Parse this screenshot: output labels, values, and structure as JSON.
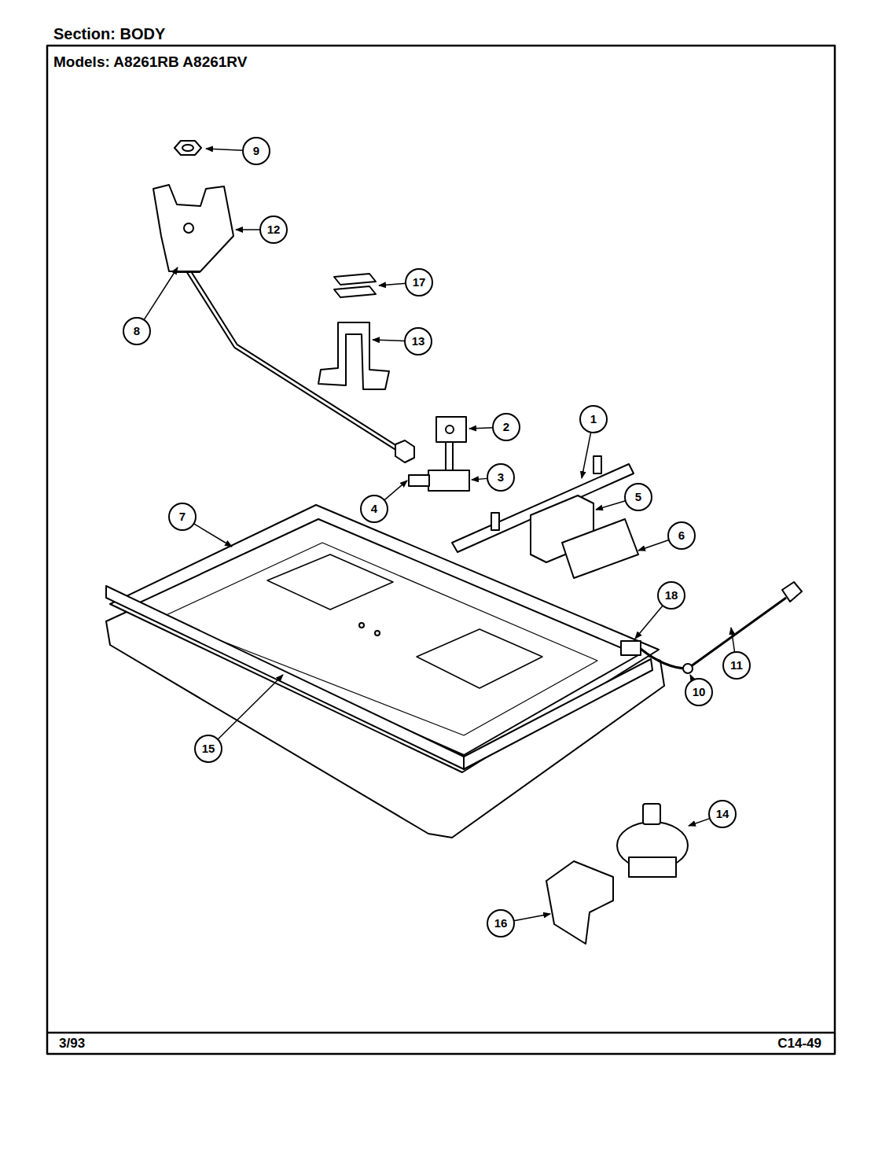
{
  "diagram": {
    "title": "Section: BODY",
    "labels": [
      "Models: A8261RB A8261RV",
      "9",
      "12",
      "17",
      "8",
      "13",
      "2",
      "1",
      "3",
      "4",
      "7",
      "5",
      "6",
      "18",
      "11",
      "10",
      "15",
      "14",
      "16",
      "3/93",
      "C14-49"
    ]
  }
}
